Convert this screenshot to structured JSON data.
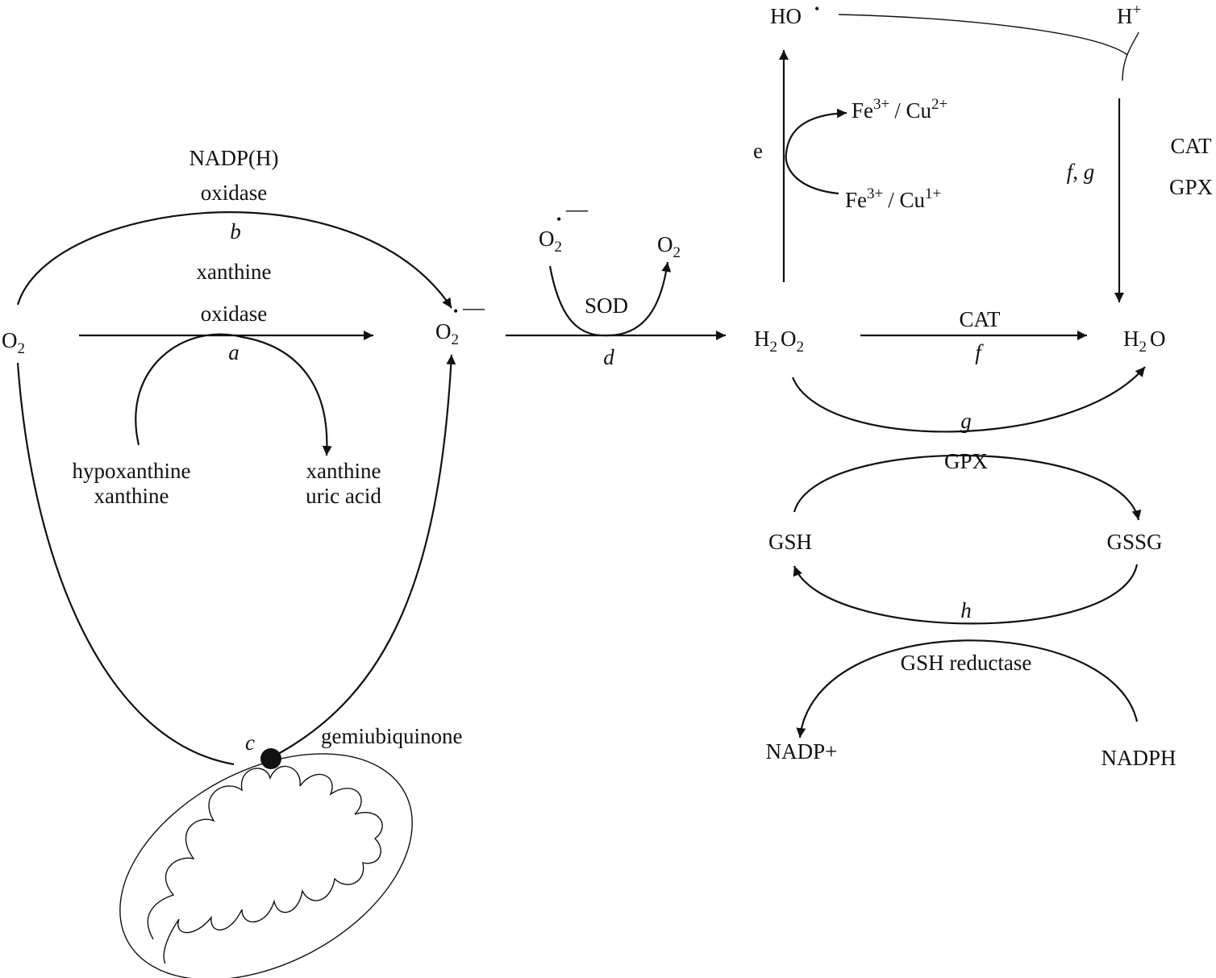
{
  "species": {
    "o2_left": {
      "base": "O",
      "sub": "2"
    },
    "superoxide": {
      "base": "O",
      "sub": "2",
      "dot": "•",
      "charge": "—"
    },
    "sod_in": {
      "base": "O",
      "sub": "2",
      "dot": "•",
      "charge": "—"
    },
    "sod_out": {
      "base": "O",
      "sub": "2"
    },
    "h2o2": {
      "h": "H",
      "h_sub": "2",
      "o": "O",
      "o_sub": "2"
    },
    "h2o": {
      "h": "H",
      "h_sub": "2",
      "o": "O"
    },
    "hydroxyl": {
      "text": "HO",
      "dot": "•"
    },
    "proton": {
      "text": "H",
      "sup": "+"
    },
    "fe_cu_oxidized": {
      "fe": "Fe",
      "fe_sup": "3+",
      "sep": "/ Cu",
      "cu_sup": "2+"
    },
    "fe_cu_reduced": {
      "fe": "Fe",
      "fe_sup": "3+",
      "sep": "/ Cu",
      "cu_sup": "1+"
    },
    "hypoxanthine": "hypoxanthine",
    "xanthine_sub": "xanthine",
    "xanthine_prod": "xanthine",
    "uric_acid": "uric acid",
    "gsh": "GSH",
    "gssg": "GSSG",
    "nadp_plus": "NADP+",
    "nadph": "NADPH"
  },
  "enzymes": {
    "nadph_oxidase_1": "NADP(H)",
    "nadph_oxidase_2": "oxidase",
    "xanthine_oxidase_1": "xanthine",
    "xanthine_oxidase_2": "oxidase",
    "sod": "SOD",
    "cat_main": "CAT",
    "cat_side": "CAT",
    "gpx_side": "GPX",
    "gpx_main": "GPX",
    "gsh_reductase": "GSH reductase",
    "gemiubiquinone": "gemiubiquinone"
  },
  "step_letters": {
    "a": "a",
    "b": "b",
    "c": "c",
    "d": "d",
    "e": "e",
    "f": "f",
    "fg": "f, g",
    "g": "g",
    "h": "h"
  }
}
